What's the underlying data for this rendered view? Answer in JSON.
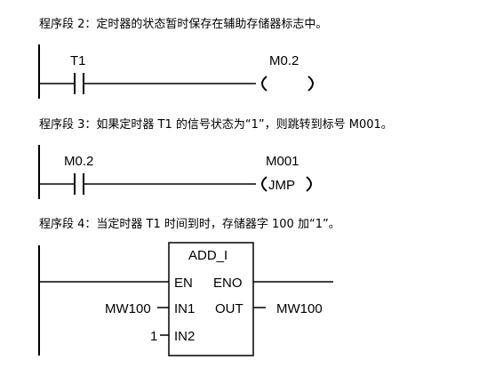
{
  "network2": {
    "heading": "程序段 2：定时器的状态暂时保存在辅助存储器标志中。",
    "contact_label": "T1",
    "coil_label": "M0.2"
  },
  "network3": {
    "heading": "程序段 3：如果定时器 T1 的信号状态为“1”，则跳转到标号 M001。",
    "contact_label": "M0.2",
    "jump_label": "M001",
    "jump_instruction": "JMP"
  },
  "network4": {
    "heading": "程序段 4：当定时器 T1 时间到时，存储器字 100 加“1”。",
    "box_title": "ADD_I",
    "pin_en": "EN",
    "pin_eno": "ENO",
    "pin_in1": "IN1",
    "pin_out": "OUT",
    "pin_in2": "IN2",
    "in1_operand": "MW100",
    "out_operand": "MW100",
    "in2_operand": "1"
  }
}
